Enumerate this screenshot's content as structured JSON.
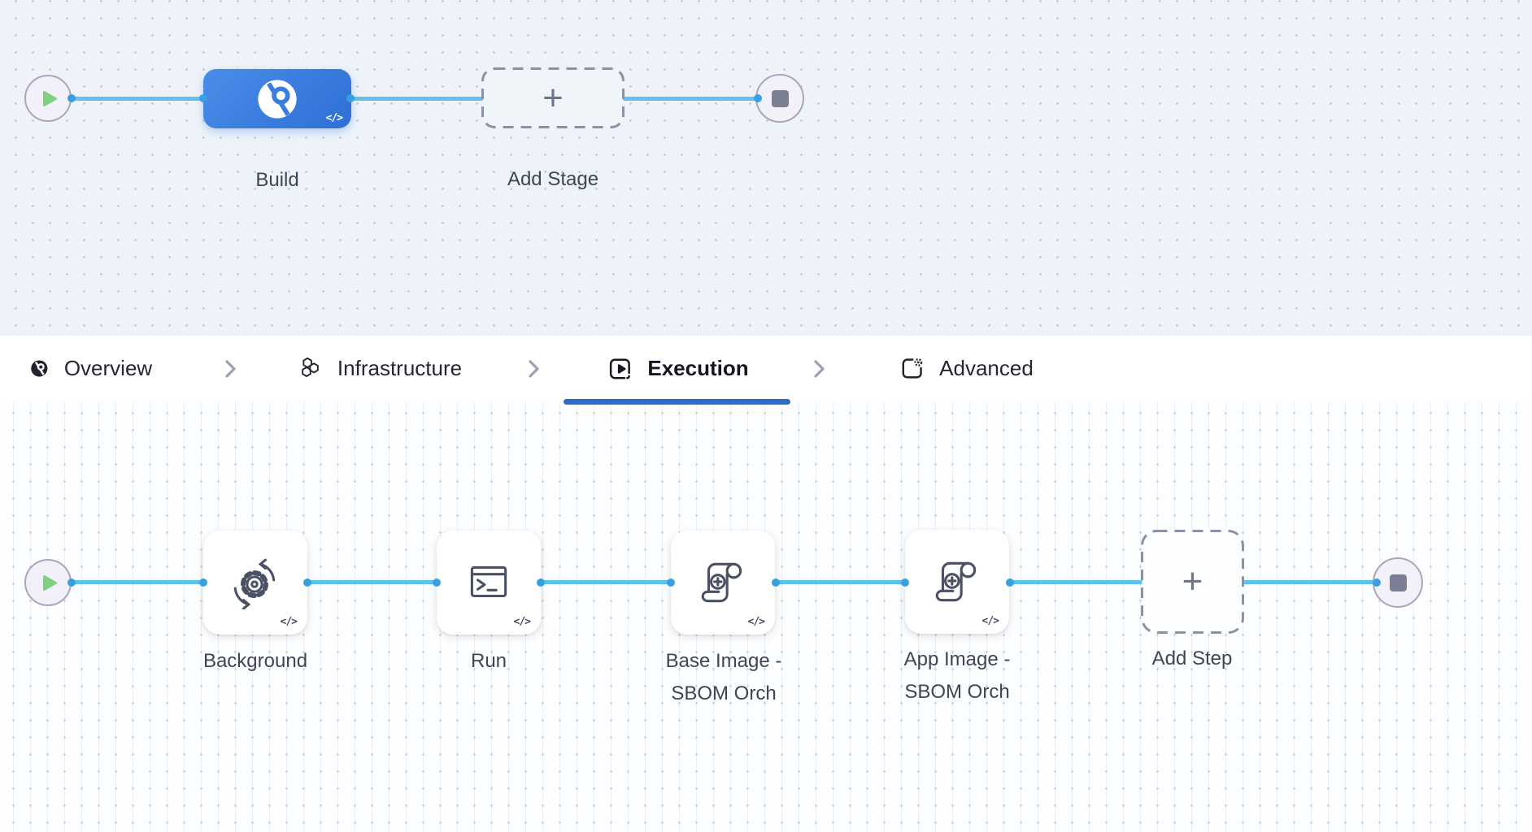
{
  "pipeline": {
    "stage_row": {
      "stage_label": "Build",
      "add_stage_label": "Add Stage",
      "yaml_badge": "</>",
      "plus": "+"
    },
    "tab_bar": {
      "tabs": [
        {
          "label": "Overview",
          "active": false
        },
        {
          "label": "Infrastructure",
          "active": false
        },
        {
          "label": "Execution",
          "active": true
        },
        {
          "label": "Advanced",
          "active": false
        }
      ]
    },
    "execution_row": {
      "steps": [
        {
          "lines": [
            "Background"
          ]
        },
        {
          "lines": [
            "Run"
          ]
        },
        {
          "lines": [
            "Base Image -",
            "SBOM Orch"
          ]
        },
        {
          "lines": [
            "App Image -",
            "SBOM Orch"
          ]
        }
      ],
      "add_step_label": "Add Step",
      "yaml_badge": "</>",
      "plus": "+"
    },
    "colors": {
      "edge_blue": "#5fc2ee",
      "port_ring_blue": "#38a0e0",
      "stage_gradient_start": "#4a8de9",
      "stage_gradient_end": "#2e6fd5",
      "active_tab_underline": "#2d6ace",
      "start_play_green": "#7fd07f",
      "terminal_gray": "#7b7e95",
      "canvas_top_bg": "#edf3f9",
      "canvas_bottom_bg": "#fdfeff",
      "label_text": "#3f4554"
    }
  }
}
